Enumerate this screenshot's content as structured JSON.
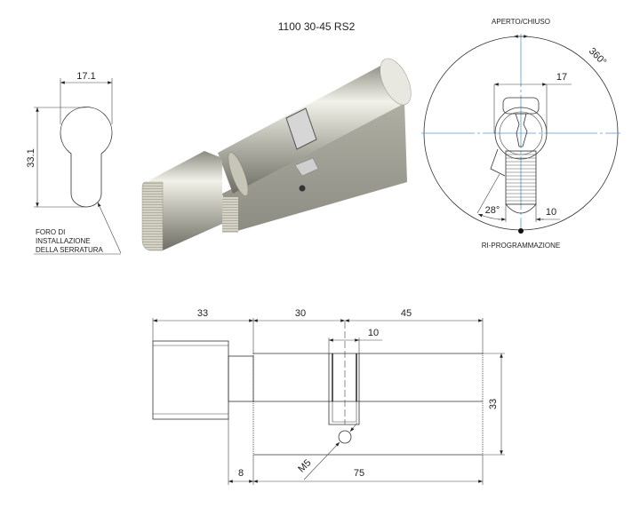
{
  "title": "1100 30-45 RS2",
  "keyhole_view": {
    "width_dim": "17.1",
    "height_dim": "33.1",
    "note_lines": [
      "FORO DI",
      "INSTALLAZIONE",
      "DELLA SERRATURA"
    ]
  },
  "rotation_view": {
    "top_label": "APERTO/CHIUSO",
    "angle_label": "360°",
    "width_dim": "17",
    "cam_angle": "28°",
    "cam_width": "10",
    "bottom_label": "RI-PROGRAMMAZIONE"
  },
  "side_view": {
    "knob_length": "33",
    "inner_length": "30",
    "outer_length": "45",
    "cam_width": "10",
    "height": "33",
    "neck_length": "8",
    "body_length": "75",
    "screw": "M5"
  },
  "colors": {
    "centerline": "#5b9bd5",
    "line": "#333333"
  }
}
